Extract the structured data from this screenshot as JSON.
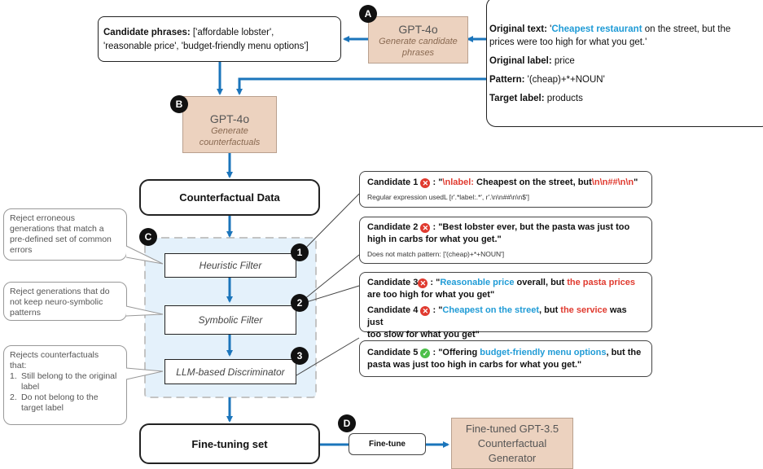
{
  "badges": {
    "a": "A",
    "b": "B",
    "c": "C",
    "d": "D",
    "one": "1",
    "two": "2",
    "three": "3"
  },
  "gpt_a": {
    "title": "GPT-4o",
    "subtitle_line1": "Generate candidate",
    "subtitle_line2": "phrases"
  },
  "gpt_b": {
    "title": "GPT-4o",
    "subtitle_line1": "Generate",
    "subtitle_line2": "counterfactuals"
  },
  "candidate_phrases": {
    "label": "Candidate phrases:",
    "line1": " ['affordable lobster',",
    "line2": "'reasonable price', 'budget-friendly menu options']"
  },
  "original": {
    "text_label": "Original text:",
    "text_quote_open": " '",
    "text_highlight": "Cheapest restaurant",
    "text_rest_line1": " on the street, but the",
    "text_line2": "prices were too high for what you get.'",
    "label_label": "Original label:",
    "label_value": " price",
    "pattern_label": "Pattern:",
    "pattern_value": " '(cheap)+*+NOUN'",
    "target_label": "Target label:",
    "target_value": " products"
  },
  "counterfactual_data": "Counterfactual Data",
  "filters": {
    "heuristic": "Heuristic Filter",
    "symbolic": "Symbolic Filter",
    "llm": "LLM-based Discriminator"
  },
  "callouts": {
    "c1": [
      "Reject erroneous",
      "generations that match a",
      "pre-defined set of common",
      "errors"
    ],
    "c2": [
      "Reject generations that do",
      "not keep neuro-symbolic",
      "patterns"
    ],
    "c3_head": [
      "Rejects counterfactuals",
      "that:"
    ],
    "c3_items": [
      [
        "1.",
        "Still belong to the original",
        "label"
      ],
      [
        "2.",
        "Do not belong to the",
        "target label"
      ]
    ]
  },
  "candidates": {
    "c1": {
      "title": "Candidate 1",
      "sep": " : \"",
      "red1": "\\nlabel:",
      "mid": " Cheapest on the street, but",
      "red2": "\\n\\n##\\n\\n",
      "close": "\"",
      "note": "Regular expression usedL [r'.*label:.*', r'.\\n\\n##\\n\\n$']"
    },
    "c2": {
      "title": "Candidate 2",
      "line1": " : \"Best lobster ever, but the pasta was just too",
      "line2": "high in carbs for what you get.\"",
      "note": "Does not match pattern: ['(cheap)+*+NOUN']"
    },
    "c3": {
      "title": "Candidate 3",
      "sep": " : \"",
      "blue": "Reasonable price",
      "mid": " overall, but ",
      "red": "the pasta prices",
      "line2": "are too high for what you get\""
    },
    "c4": {
      "title": "Candidate 4",
      "sep": " : \"",
      "blue": "Cheapest on the street",
      "mid": ", but ",
      "red": "the service",
      "rest": " was just",
      "line2": "too slow for what you get\""
    },
    "c5": {
      "title": "Candidate 5",
      "sep": " : \"Offering ",
      "blue": "budget-friendly menu options",
      "rest": ", but the",
      "line2": "pasta was just too high in carbs for what you get.\""
    }
  },
  "finetuning_set": "Fine-tuning set",
  "finetune_label": "Fine-tune",
  "generator": {
    "line1": "Fine-tuned GPT-3.5",
    "line2": "Counterfactual",
    "line3": "Generator"
  },
  "colors": {
    "arrow": "#1b75bb",
    "tan": "#ecd2bf",
    "red": "#e03a2f",
    "blue": "#1f9bd6",
    "green": "#4cbf4a",
    "dashed_bg": "#e4f1fb"
  }
}
